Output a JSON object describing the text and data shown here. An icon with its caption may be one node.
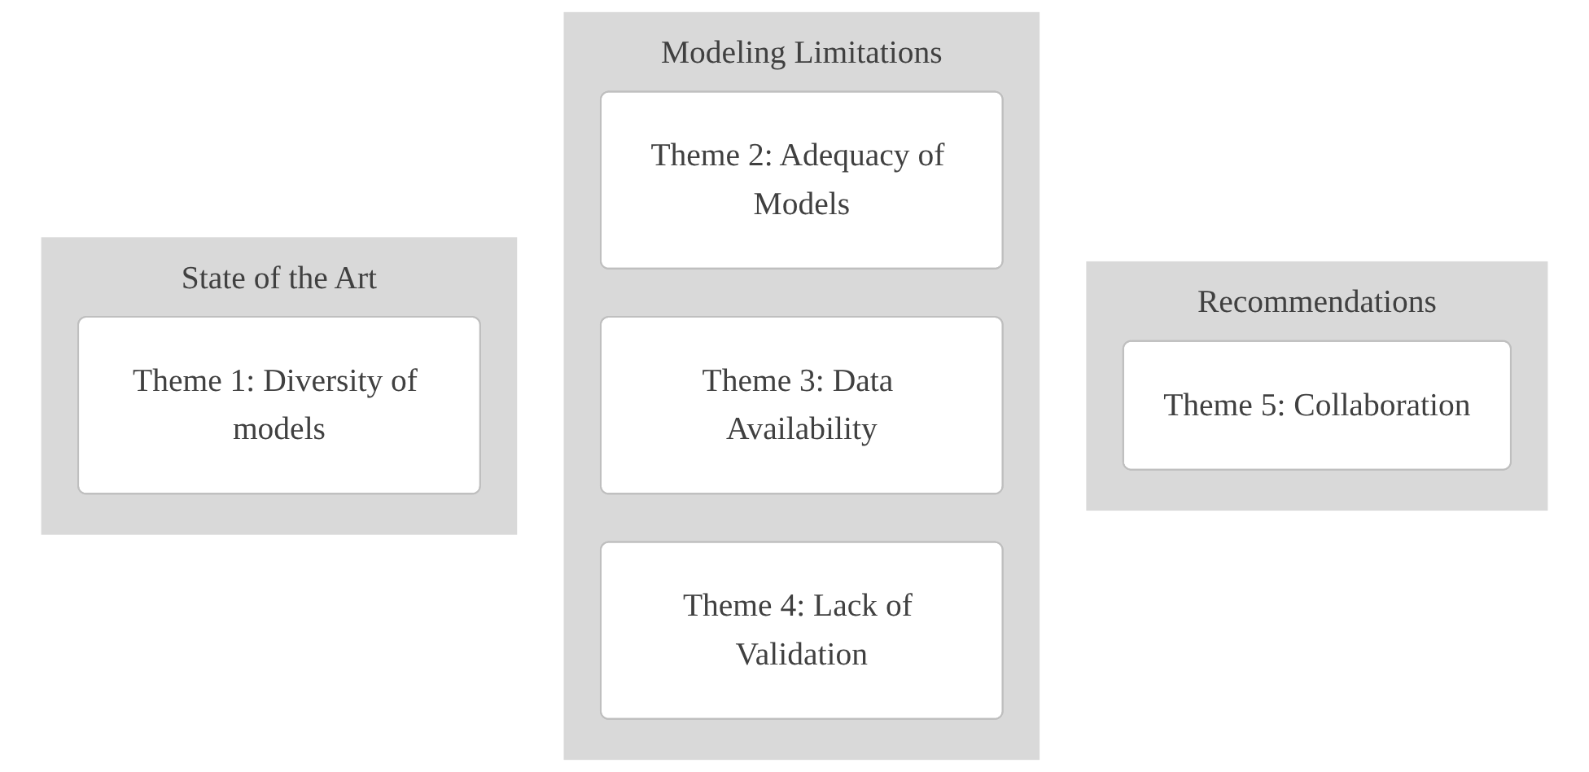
{
  "diagram": {
    "nodes": [
      {
        "text": [
          "State of the Art"
        ]
      },
      {
        "text": [
          "Theme 1: Diversity of models"
        ],
        "in": 0
      },
      {
        "text": [
          "Modeling Limitations"
        ]
      },
      {
        "text": [
          "Theme 2: Adequacy of Models"
        ],
        "in": 2
      },
      {
        "text": [
          "Theme 3: Data Availability"
        ],
        "in": 2
      },
      {
        "text": [
          "Theme 4: Lack of Validation"
        ],
        "in": 2
      },
      {
        "text": [
          "Recommendations"
        ]
      },
      {
        "text": [
          "Theme 5: Collaboration"
        ],
        "in": 6
      }
    ]
  }
}
